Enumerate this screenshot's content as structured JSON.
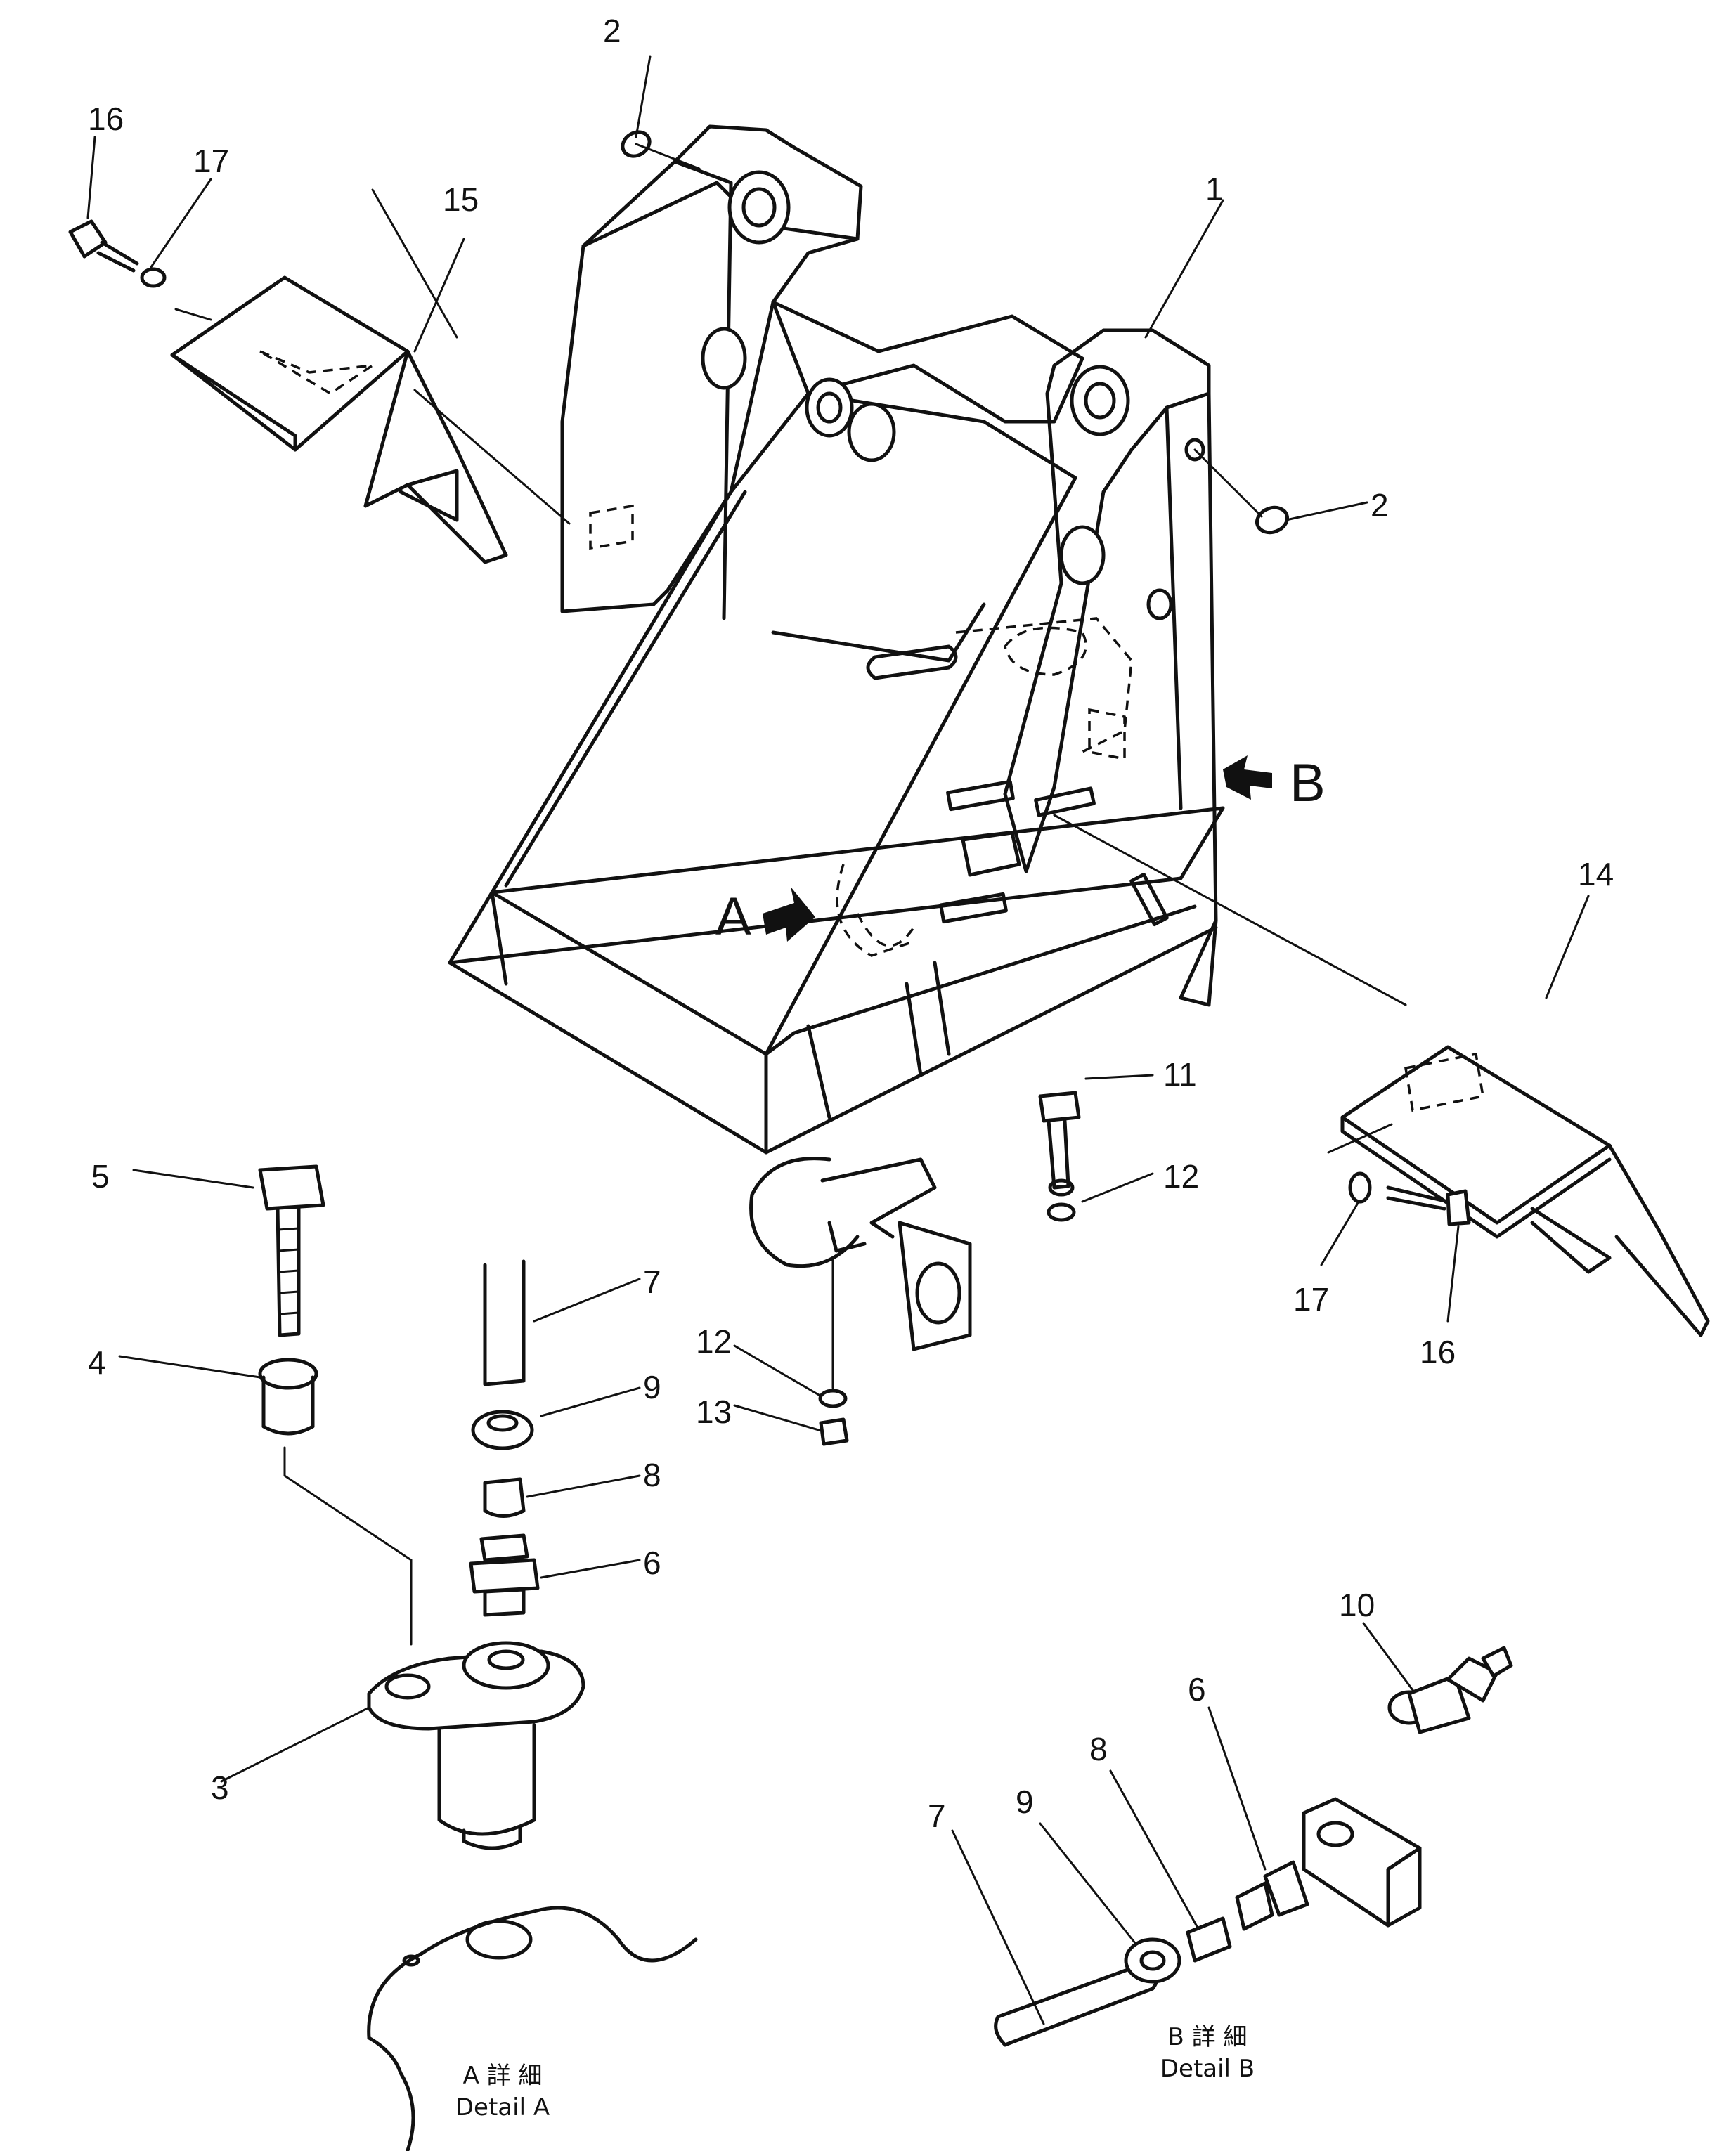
{
  "callouts": {
    "c1": "1",
    "c2_top": "2",
    "c2_right": "2",
    "c3": "3",
    "c4": "4",
    "c5": "5",
    "c6_a": "6",
    "c6_b": "6",
    "c7_a": "7",
    "c7_b": "7",
    "c8_a": "8",
    "c8_b": "8",
    "c9_a": "9",
    "c9_b": "9",
    "c10": "10",
    "c11": "11",
    "c12_a": "12",
    "c12_b": "12",
    "c13": "13",
    "c14": "14",
    "c15": "15",
    "c16_a": "16",
    "c16_b": "16",
    "c17_a": "17",
    "c17_b": "17"
  },
  "views": {
    "arrow_a": "A",
    "arrow_b": "B"
  },
  "details": {
    "a_jp": "A 詳 細",
    "a_en": "Detail A",
    "b_jp": "B 詳 細",
    "b_en": "Detail B"
  }
}
